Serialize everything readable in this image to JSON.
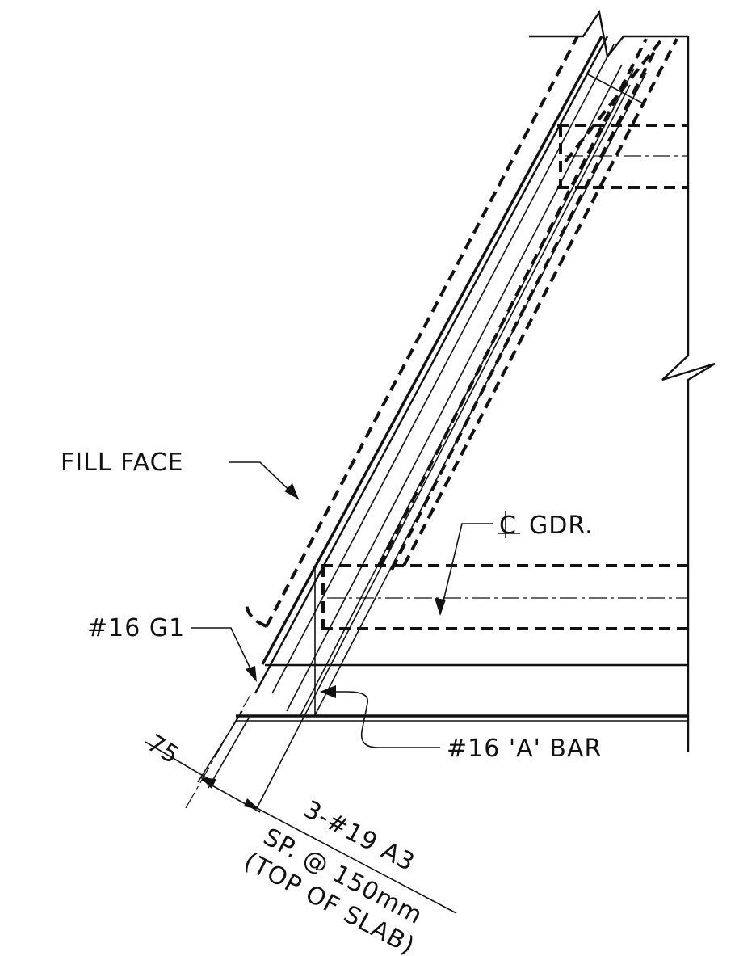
{
  "labels": {
    "fill_face": "FILL FACE",
    "centerline_girder": "GDR.",
    "g1_bar": "#16 G1",
    "a_bar": "#16 'A' BAR",
    "cover": "75",
    "a3_bars": "3-#19 A3",
    "spacing": "SP. @ 150mm",
    "location": "(TOP OF SLAB)"
  },
  "colors": {
    "ink": "#111111",
    "background": "#ffffff"
  }
}
